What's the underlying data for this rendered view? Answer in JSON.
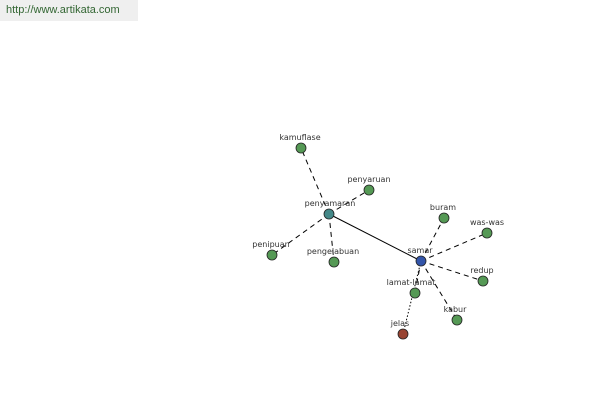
{
  "banner": {
    "url_text": "http://www.artikata.com"
  },
  "colors": {
    "synonym_node": "#559955",
    "antonym_node": "#994433",
    "center_node": "#3355aa",
    "hub_node": "#448888"
  },
  "graph": {
    "nodes": [
      {
        "id": "samar",
        "label": "samar",
        "kind": "center"
      },
      {
        "id": "penyamaran",
        "label": "penyamaran",
        "kind": "hub"
      },
      {
        "id": "kamuflase",
        "label": "kamuflase",
        "kind": "synonym"
      },
      {
        "id": "penyaruan",
        "label": "penyaruan",
        "kind": "synonym"
      },
      {
        "id": "penipuan",
        "label": "penipuan",
        "kind": "synonym"
      },
      {
        "id": "pengelabuan",
        "label": "pengelabuan",
        "kind": "synonym"
      },
      {
        "id": "buram",
        "label": "buram",
        "kind": "synonym"
      },
      {
        "id": "was-was",
        "label": "was-was",
        "kind": "synonym"
      },
      {
        "id": "redup",
        "label": "redup",
        "kind": "synonym"
      },
      {
        "id": "lamat-lamat",
        "label": "lamat-lamat",
        "kind": "synonym"
      },
      {
        "id": "kabur",
        "label": "kabur",
        "kind": "synonym"
      },
      {
        "id": "jelas",
        "label": "jelas",
        "kind": "antonym"
      }
    ],
    "edges": [
      {
        "from": "samar",
        "to": "penyamaran",
        "style": "solid"
      },
      {
        "from": "penyamaran",
        "to": "kamuflase",
        "style": "dashed"
      },
      {
        "from": "penyamaran",
        "to": "penyaruan",
        "style": "dashed"
      },
      {
        "from": "penyamaran",
        "to": "penipuan",
        "style": "dashed"
      },
      {
        "from": "penyamaran",
        "to": "pengelabuan",
        "style": "dashed"
      },
      {
        "from": "samar",
        "to": "buram",
        "style": "dashed"
      },
      {
        "from": "samar",
        "to": "was-was",
        "style": "dashed"
      },
      {
        "from": "samar",
        "to": "redup",
        "style": "dashed"
      },
      {
        "from": "samar",
        "to": "lamat-lamat",
        "style": "dashed"
      },
      {
        "from": "samar",
        "to": "kabur",
        "style": "dashed"
      },
      {
        "from": "samar",
        "to": "jelas",
        "style": "dotted"
      }
    ]
  }
}
